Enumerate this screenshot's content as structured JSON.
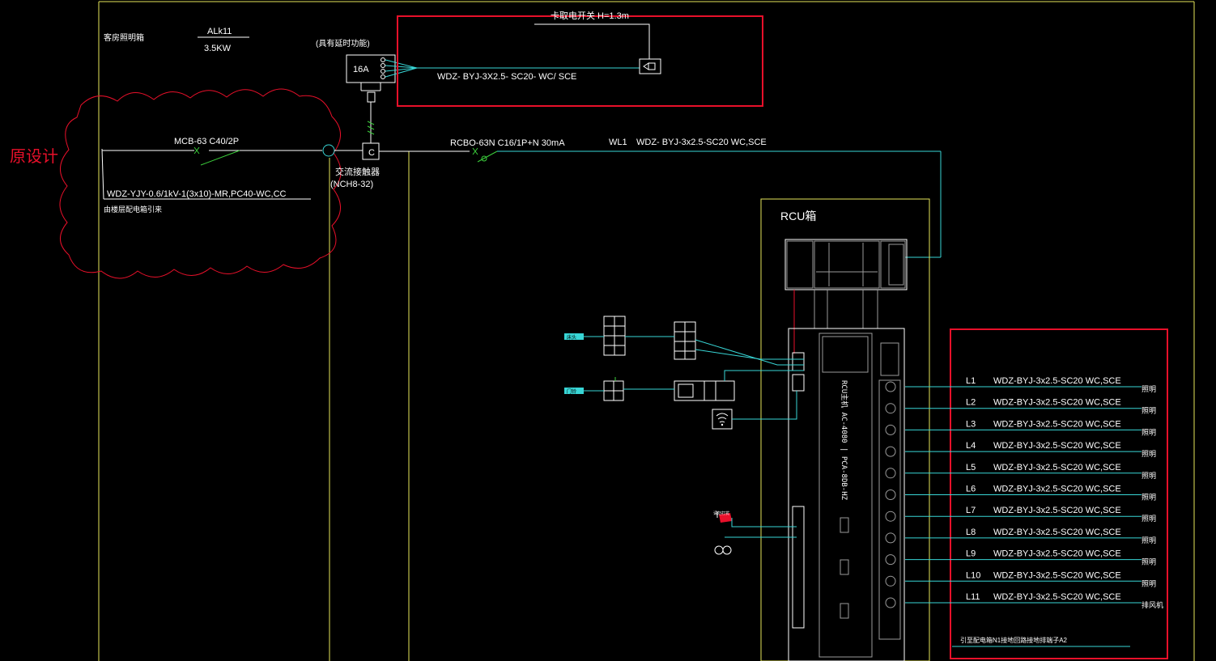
{
  "panel": {
    "room_label": "客房照明箱",
    "panel_id": "ALk11",
    "power": "3.5KW"
  },
  "revision": {
    "mark": "原设计"
  },
  "incoming": {
    "breaker": "MCB-63 C40/2P",
    "cable": "WDZ-YJY-0.6/1kV-1(3x10)-MR,PC40-WC,CC",
    "source_note": "由楼层配电箱引来"
  },
  "card_switch": {
    "height_label": "卡取电开关 H=1.3m",
    "delay_note": "(具有延时功能)",
    "rating": "16A",
    "cable": "WDZ- BYJ-3X2.5- SC20- WC/ SCE"
  },
  "contactor": {
    "symbol": "C",
    "name": "交流接触器",
    "model": "(NCH8-32)"
  },
  "rcbo": {
    "breaker": "RCBO-63N C16/1P+N 30mA",
    "circuit": "WL1",
    "cable": "WDZ- BYJ-3x2.5-SC20 WC,SCE"
  },
  "rcu": {
    "title": "RCU箱",
    "module_text": "RCU主机 AC-4080 | PCA-8DB-HZ"
  },
  "outputs": [
    {
      "id": "L1",
      "cable": "WDZ-BYJ-3x2.5-SC20 WC,SCE",
      "load": "照明"
    },
    {
      "id": "L2",
      "cable": "WDZ-BYJ-3x2.5-SC20 WC,SCE",
      "load": "照明"
    },
    {
      "id": "L3",
      "cable": "WDZ-BYJ-3x2.5-SC20 WC,SCE",
      "load": "照明"
    },
    {
      "id": "L4",
      "cable": "WDZ-BYJ-3x2.5-SC20 WC,SCE",
      "load": "照明"
    },
    {
      "id": "L5",
      "cable": "WDZ-BYJ-3x2.5-SC20 WC,SCE",
      "load": "照明"
    },
    {
      "id": "L6",
      "cable": "WDZ-BYJ-3x2.5-SC20 WC,SCE",
      "load": "照明"
    },
    {
      "id": "L7",
      "cable": "WDZ-BYJ-3x2.5-SC20 WC,SCE",
      "load": "照明"
    },
    {
      "id": "L8",
      "cable": "WDZ-BYJ-3x2.5-SC20 WC,SCE",
      "load": "照明"
    },
    {
      "id": "L9",
      "cable": "WDZ-BYJ-3x2.5-SC20 WC,SCE",
      "load": "照明"
    },
    {
      "id": "L10",
      "cable": "WDZ-BYJ-3x2.5-SC20 WC,SCE",
      "load": "照明"
    },
    {
      "id": "L11",
      "cable": "WDZ-BYJ-3x2.5-SC20 WC,SCE",
      "load": "排风机"
    }
  ],
  "bottom_note": "引至配电箱N1接地回路接地排端子A2",
  "devices": {
    "tag_top": "床头",
    "tag_bottom": "门铃",
    "tag_lamp": "请勿打扰"
  }
}
